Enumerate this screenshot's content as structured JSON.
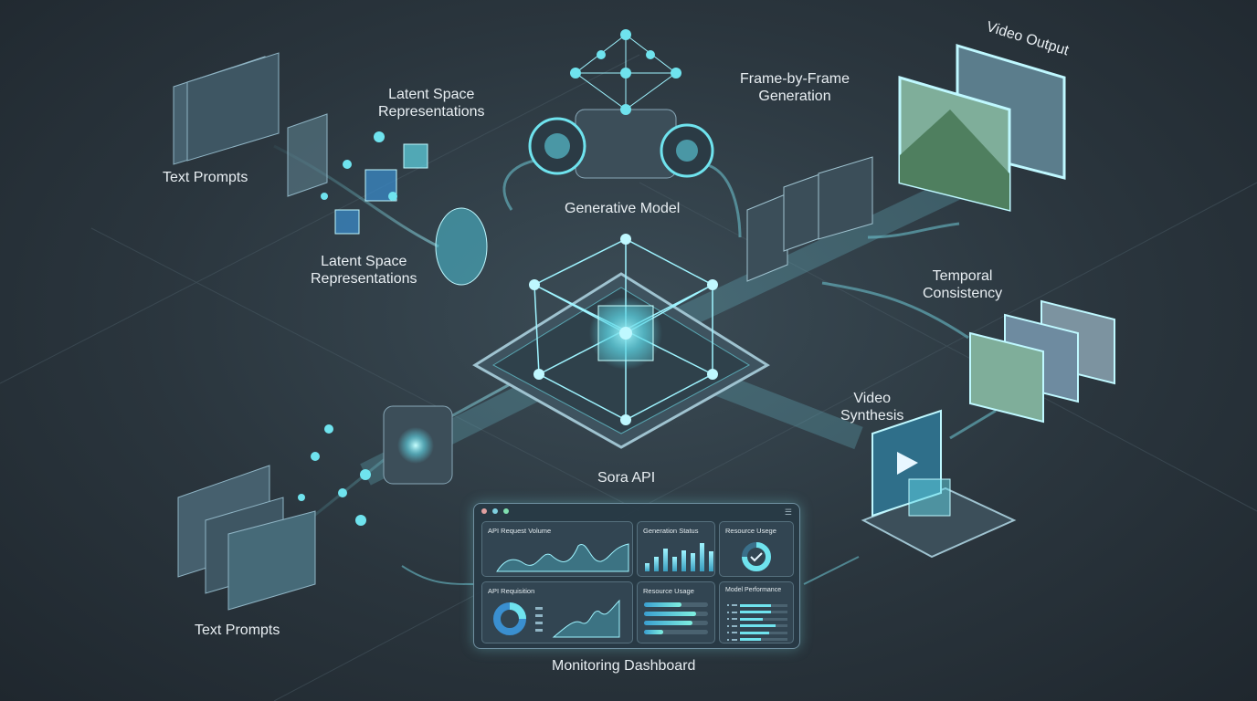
{
  "labels": {
    "text_prompts_top": "Text Prompts",
    "latent_space_top": "Latent Space\nRepresentations",
    "latent_space_mid": "Latent Space\nRepresentations",
    "generative_model": "Generative Model",
    "frame_generation": "Frame-by-Frame\nGeneration",
    "video_output": "Video Output",
    "temporal_consistency": "Temporal\nConsistency",
    "video_synthesis": "Video\nSynthesis",
    "sora_api": "Sora API",
    "text_prompts_bottom": "Text Prompts",
    "monitoring_dashboard": "Monitoring Dashboard"
  },
  "dashboard": {
    "window_dots": [
      "#e0a0a0",
      "#7fd0e0",
      "#80e0b0"
    ],
    "menu_icon": "hamburger-icon",
    "panels": [
      {
        "title": "API Request Volume"
      },
      {
        "title": "Generation Status"
      },
      {
        "title": "Resource Usege"
      },
      {
        "title": "API Requisition"
      },
      {
        "title": "Resource Usage"
      },
      {
        "title": "Model Performance"
      }
    ],
    "generation_status_bars": [
      0.25,
      0.45,
      0.7,
      0.45,
      0.65,
      0.55,
      0.85,
      0.62
    ],
    "resource_usage_bars": [
      0.58,
      0.82,
      0.75,
      0.3
    ],
    "model_performance_bars": [
      0.65,
      0.65,
      0.48,
      0.75,
      0.62,
      0.45
    ]
  },
  "colors": {
    "accent": "#6fe3ee",
    "glow": "#9ff4ff",
    "background": "#2a353d"
  }
}
